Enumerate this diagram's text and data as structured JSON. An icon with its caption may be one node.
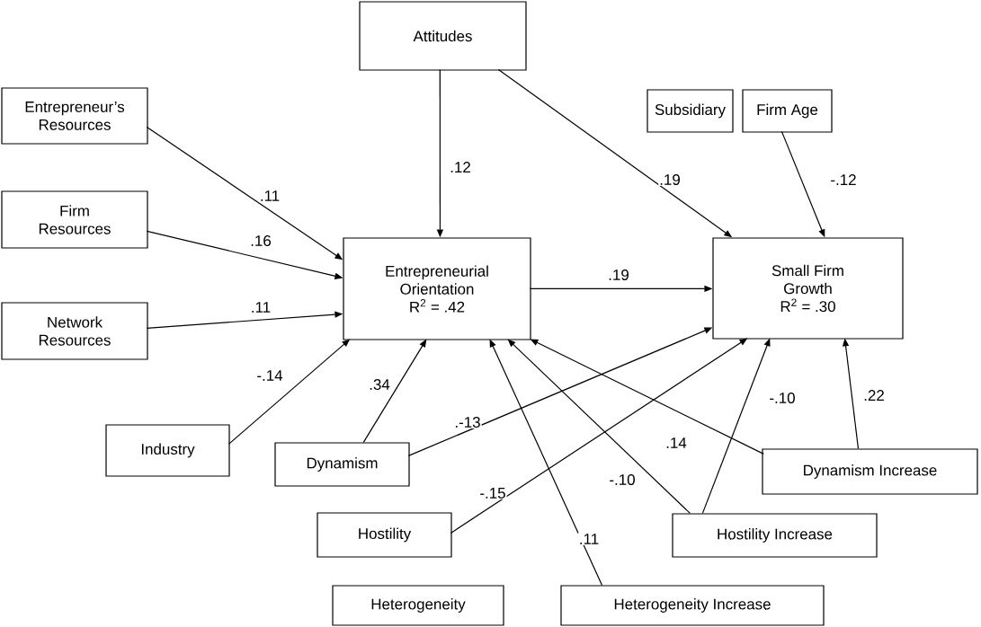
{
  "diagram": {
    "nodes": [
      {
        "text": [
          "Attitudes"
        ]
      },
      {
        "text": [
          "Entrepreneur’s Resources"
        ]
      },
      {
        "text": [
          "Firm Resources"
        ]
      },
      {
        "text": [
          "Network Resources"
        ]
      },
      {
        "text": [
          "Subsidiary"
        ]
      },
      {
        "text": [
          "Firm Age"
        ]
      },
      {
        "text": [
          "Entrepreneurial Orientation",
          "R$^{2}$ = .42"
        ]
      },
      {
        "text": [
          "Small Firm Growth",
          "R$^{2}$ = .30"
        ]
      },
      {
        "text": [
          "Industry"
        ]
      },
      {
        "text": [
          "Dynamism"
        ]
      },
      {
        "text": [
          "Hostility"
        ]
      },
      {
        "text": [
          "Dynamism Increase"
        ]
      },
      {
        "text": [
          "Hostility Increase"
        ]
      },
      {
        "text": [
          "Heterogeneity"
        ]
      },
      {
        "text": [
          "Heterogeneity Increase"
        ]
      }
    ],
    "edges": [
      {
        "from": 0,
        "to": 6,
        "arrow": "to",
        "label": ".12"
      },
      {
        "from": 0,
        "to": 7,
        "arrow": "to",
        "label": ".19"
      },
      {
        "from": 1,
        "to": 6,
        "arrow": "to",
        "label": ".11"
      },
      {
        "from": 2,
        "to": 6,
        "arrow": "to",
        "label": ".16"
      },
      {
        "from": 3,
        "to": 6,
        "arrow": "to",
        "label": ".11"
      },
      {
        "from": 5,
        "to": 7,
        "arrow": "to",
        "label": "-.12"
      },
      {
        "from": 6,
        "to": 7,
        "arrow": "to",
        "label": ".19"
      },
      {
        "from": 8,
        "to": 6,
        "arrow": "to",
        "label": "-.14"
      },
      {
        "from": 9,
        "to": 6,
        "arrow": "to",
        "label": ".34"
      },
      {
        "from": 9,
        "to": 7,
        "arrow": "to",
        "label": ".-13"
      },
      {
        "from": 10,
        "to": 7,
        "arrow": "to",
        "label": "-.15"
      },
      {
        "from": 14,
        "to": 6,
        "arrow": "to",
        "label": ".11"
      },
      {
        "from": 12,
        "to": 6,
        "arrow": "to",
        "label": "-.10"
      },
      {
        "from": 11,
        "to": 6,
        "arrow": "to",
        "label": ".14"
      },
      {
        "from": 12,
        "to": 7,
        "arrow": "to",
        "label": "-.10"
      },
      {
        "from": 11,
        "to": 7,
        "arrow": "to",
        "label": ".22"
      }
    ]
  }
}
